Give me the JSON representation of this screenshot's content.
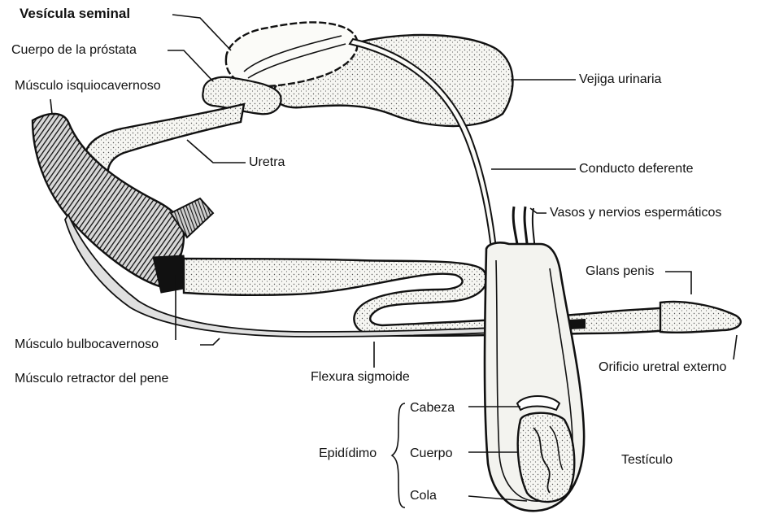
{
  "labels": {
    "vesicula_seminal": "Vesícula seminal",
    "cuerpo_prostata": "Cuerpo de la próstata",
    "musculo_isquiocavernoso": "Músculo isquiocavernoso",
    "uretra": "Uretra",
    "vejiga_urinaria": "Vejiga urinaria",
    "conducto_deferente": "Conducto deferente",
    "vasos_nervios": "Vasos y nervios espermáticos",
    "glans_penis": "Glans penis",
    "musculo_bulbocavernoso": "Músculo bulbocavernoso",
    "musculo_retractor": "Músculo retractor del pene",
    "flexura_sigmoide": "Flexura sigmoide",
    "orificio_uretral": "Orificio uretral externo",
    "cabeza": "Cabeza",
    "epididimo": "Epidídimo",
    "cuerpo": "Cuerpo",
    "cola": "Cola",
    "testiculo": "Testículo"
  },
  "colors": {
    "ink": "#111111",
    "fill": "#f4f4f0",
    "stipple": "#444444"
  }
}
